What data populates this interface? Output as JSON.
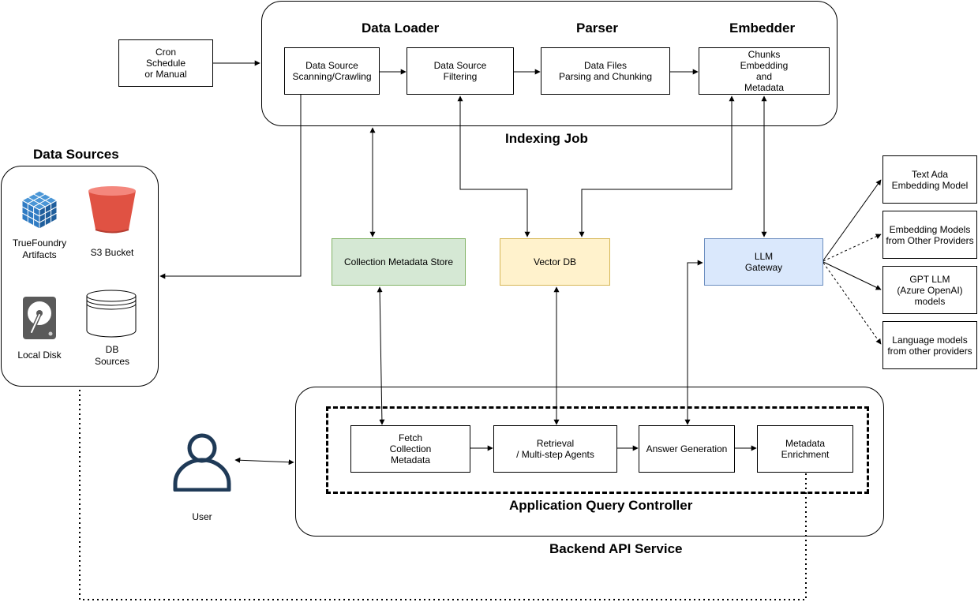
{
  "cron": "Cron\nSchedule\nor Manual",
  "indexing": {
    "group_title": "Indexing Job",
    "headers": {
      "data_loader": "Data Loader",
      "parser": "Parser",
      "embedder": "Embedder"
    },
    "scanning": "Data Source\nScanning/Crawling",
    "filtering": "Data Source\nFiltering",
    "parsing": "Data Files\nParsing and Chunking",
    "embedding": "Chunks\nEmbedding\nand\nMetadata"
  },
  "data_sources": {
    "title": "Data Sources",
    "items": {
      "truefoundry": "TrueFoundry\nArtifacts",
      "s3": "S3 Bucket",
      "local_disk": "Local Disk",
      "db": "DB\nSources"
    }
  },
  "stores": {
    "collection_metadata": "Collection Metadata Store",
    "vector_db": "Vector DB",
    "llm_gateway": "LLM\nGateway"
  },
  "models": {
    "text_ada": "Text Ada\nEmbedding Model",
    "embedding_other": "Embedding Models\nfrom Other Providers",
    "gpt": "GPT LLM\n(Azure OpenAI)\nmodels",
    "language_other": "Language models\nfrom other providers"
  },
  "backend": {
    "title": "Backend API Service",
    "controller_title": "Application Query Controller",
    "fetch": "Fetch\nCollection\nMetadata",
    "retrieval": "Retrieval\n/ Multi-step Agents",
    "answer": "Answer Generation",
    "enrichment": "Metadata\nEnrichment"
  },
  "user": {
    "label": "User"
  },
  "colors": {
    "collection_fill": "#d5e8d4",
    "collection_stroke": "#82b366",
    "vector_fill": "#fff2cc",
    "vector_stroke": "#d6b656",
    "llm_fill": "#dae8fc",
    "llm_stroke": "#6c8ebf",
    "s3_red": "#e05243",
    "artifact_blue": "#2f7bc3",
    "user_navy": "#1f3a57"
  }
}
